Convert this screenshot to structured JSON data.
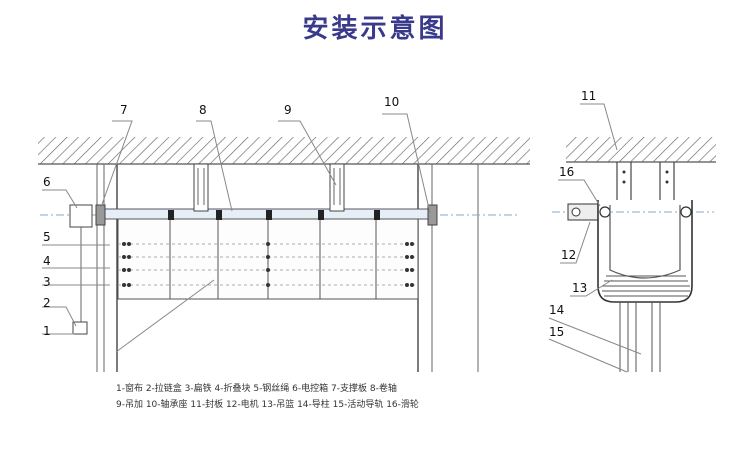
{
  "title": "安装示意图",
  "legend": {
    "line1": "1-窗布 2-拉链盒 3-扁铁 4-折叠块 5-钢丝绳 6-电控箱 7-支撑板 8-卷轴",
    "line2": "9-吊加 10-轴承座 11-封板 12-电机 13-吊篮 14-导柱 15-活动导轨 16-滑轮"
  },
  "labels": {
    "n7": "7",
    "n8": "8",
    "n9": "9",
    "n10": "10",
    "n11": "11",
    "n6": "6",
    "n5": "5",
    "n4": "4",
    "n3": "3",
    "n2": "2",
    "n1": "1",
    "n16": "16",
    "n12": "12",
    "n13": "13",
    "n14": "14",
    "n15": "15"
  },
  "colors": {
    "line": "#555555",
    "leader": "#888888",
    "dash": "#8aa8c8",
    "title": "#3a3a8c"
  }
}
